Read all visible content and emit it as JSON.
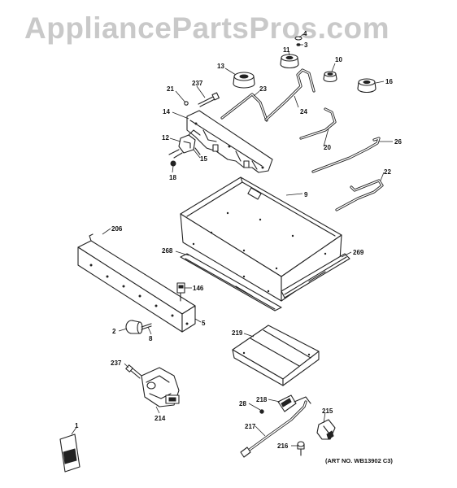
{
  "watermark": "AppliancePartsPros.com",
  "art_number": "(ART NO. WB13902 C3)",
  "labels": {
    "l4": "4",
    "l3": "3",
    "l11": "11",
    "l10": "10",
    "l13": "13",
    "l16": "16",
    "l21": "21",
    "l237a": "237",
    "l23": "23",
    "l14": "14",
    "l24": "24",
    "l12": "12",
    "l15": "15",
    "l20": "20",
    "l26": "26",
    "l18": "18",
    "l22": "22",
    "l9": "9",
    "l206": "206",
    "l268": "268",
    "l269": "269",
    "l146": "146",
    "l5": "5",
    "l2": "2",
    "l8": "8",
    "l219": "219",
    "l237b": "237",
    "l214": "214",
    "l218": "218",
    "l28": "28",
    "l215": "215",
    "l217": "217",
    "l216": "216",
    "l1": "1"
  }
}
